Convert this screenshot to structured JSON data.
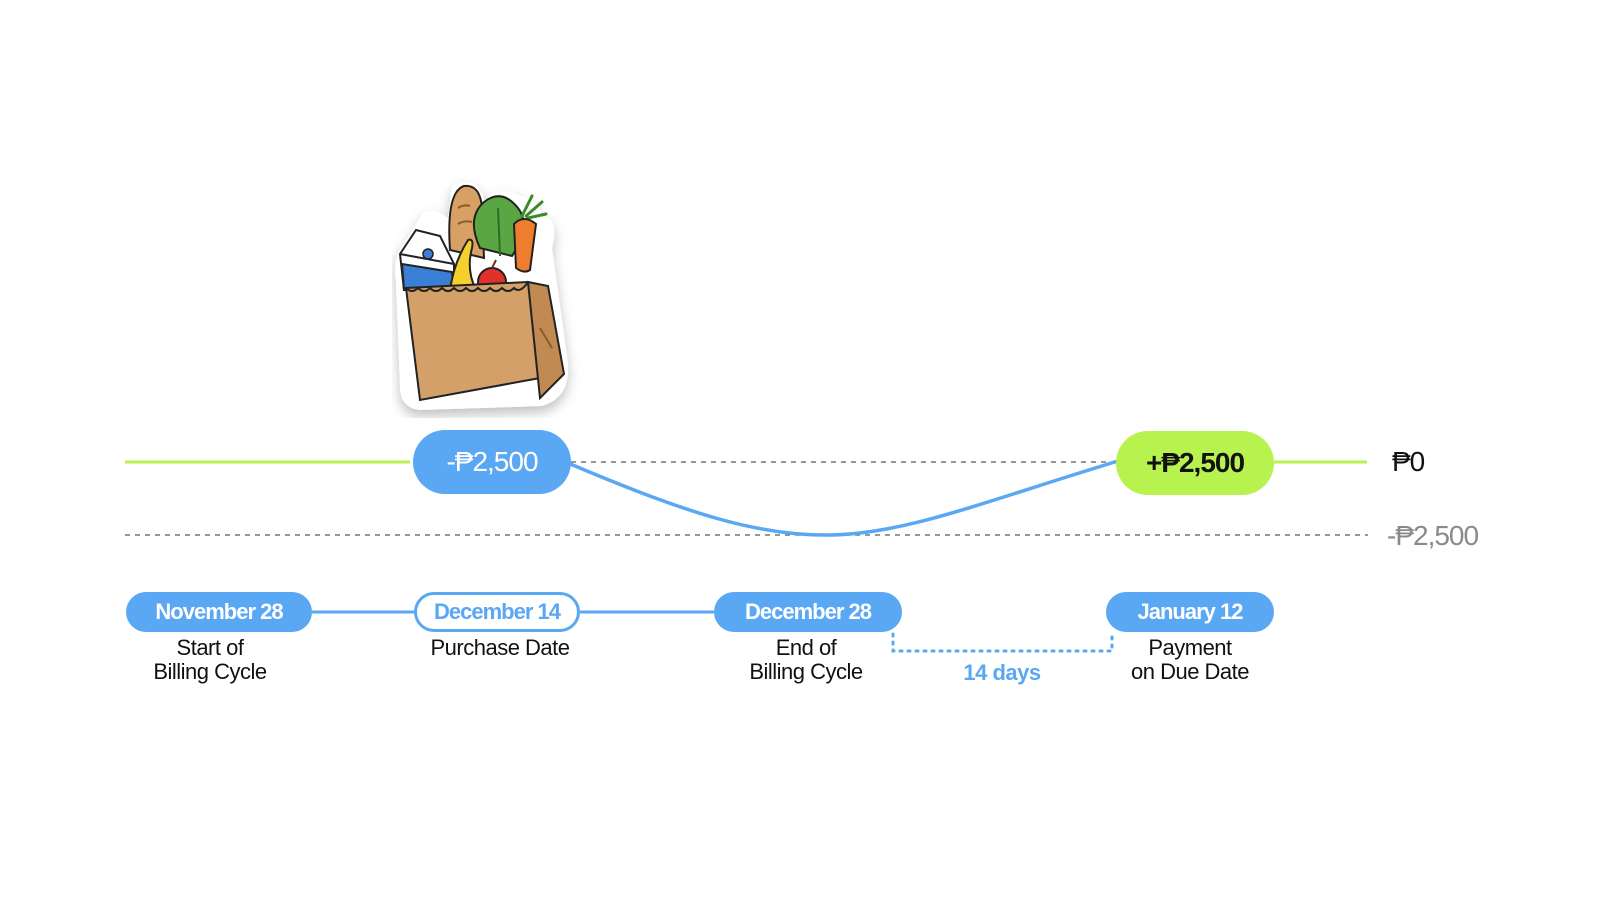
{
  "amounts": {
    "purchase": "-₱2,500",
    "payment": "+₱2,500"
  },
  "levels": {
    "zero": "₱0",
    "negative": "-₱2,500"
  },
  "timeline": [
    {
      "date": "November 28",
      "caption": "Start of\nBilling Cycle"
    },
    {
      "date": "December 14",
      "caption": "Purchase Date"
    },
    {
      "date": "December 28",
      "caption": "End of\nBilling Cycle"
    },
    {
      "date": "January 12",
      "caption": "Payment\non Due Date"
    }
  ],
  "grace_period": "14 days",
  "icon": "grocery-bag-icon",
  "colors": {
    "blue": "#5aa7f4",
    "green": "#b7f24e",
    "gray": "#8a8a8a"
  }
}
